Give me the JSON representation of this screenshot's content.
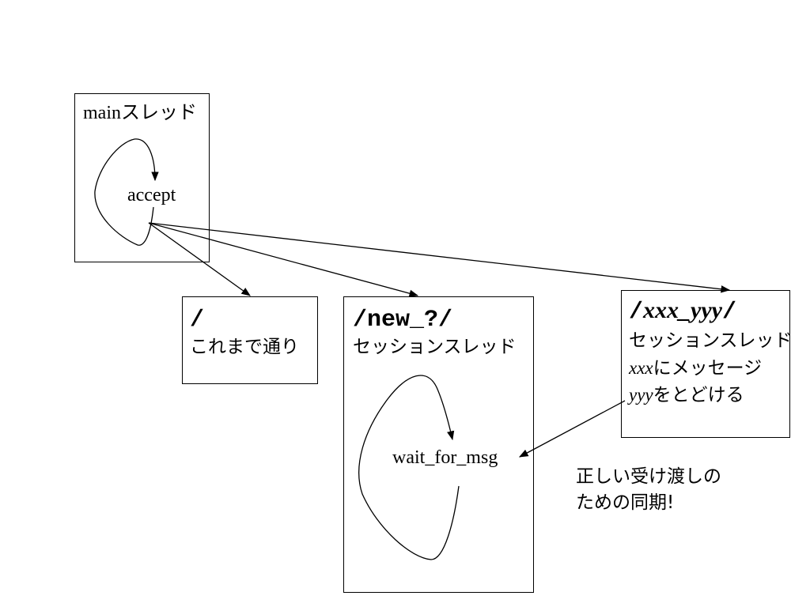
{
  "main_box": {
    "title_latin": "main",
    "title_jp": "スレッド",
    "loop_label": "accept"
  },
  "root_box": {
    "path": "/",
    "desc": "これまで通り"
  },
  "new_box": {
    "path": "/new_?/",
    "desc": "セッションスレッド",
    "loop_label": "wait_for_msg"
  },
  "xxx_box": {
    "path_slash1": "/",
    "path_mid": "xxx_yyy",
    "path_slash2": "/",
    "desc": "セッションスレッド",
    "line2_var": "xxx",
    "line2_rest": "にメッセージ",
    "line3_var": "yyy",
    "line3_rest": "をとどける"
  },
  "note": {
    "line1": "正しい受け渡しの",
    "line2": "ための同期!"
  }
}
